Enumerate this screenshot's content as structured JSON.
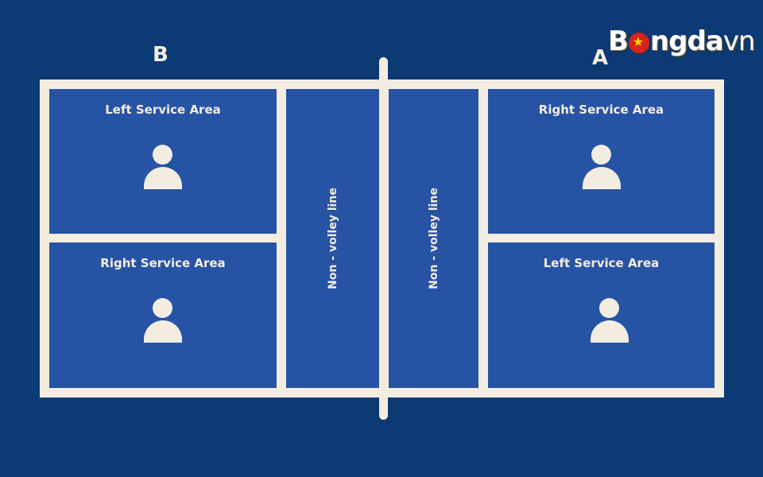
{
  "teams": {
    "left": "B",
    "right": "A"
  },
  "logo": {
    "text_start": "B",
    "text_end": "ngda",
    "text_suffix": "vn"
  },
  "court": {
    "left_side": {
      "top_box": "Left Service Area",
      "bottom_box": "Right Service Area"
    },
    "right_side": {
      "top_box": "Right Service Area",
      "bottom_box": "Left Service Area"
    },
    "kitchen_left_label": "Non - volley line",
    "kitchen_right_label": "Non - volley line"
  },
  "colors": {
    "background": "#0b3a75",
    "court_surface": "#2753a5",
    "lines": "#f3ede1"
  },
  "icons": [
    "person-icon"
  ]
}
